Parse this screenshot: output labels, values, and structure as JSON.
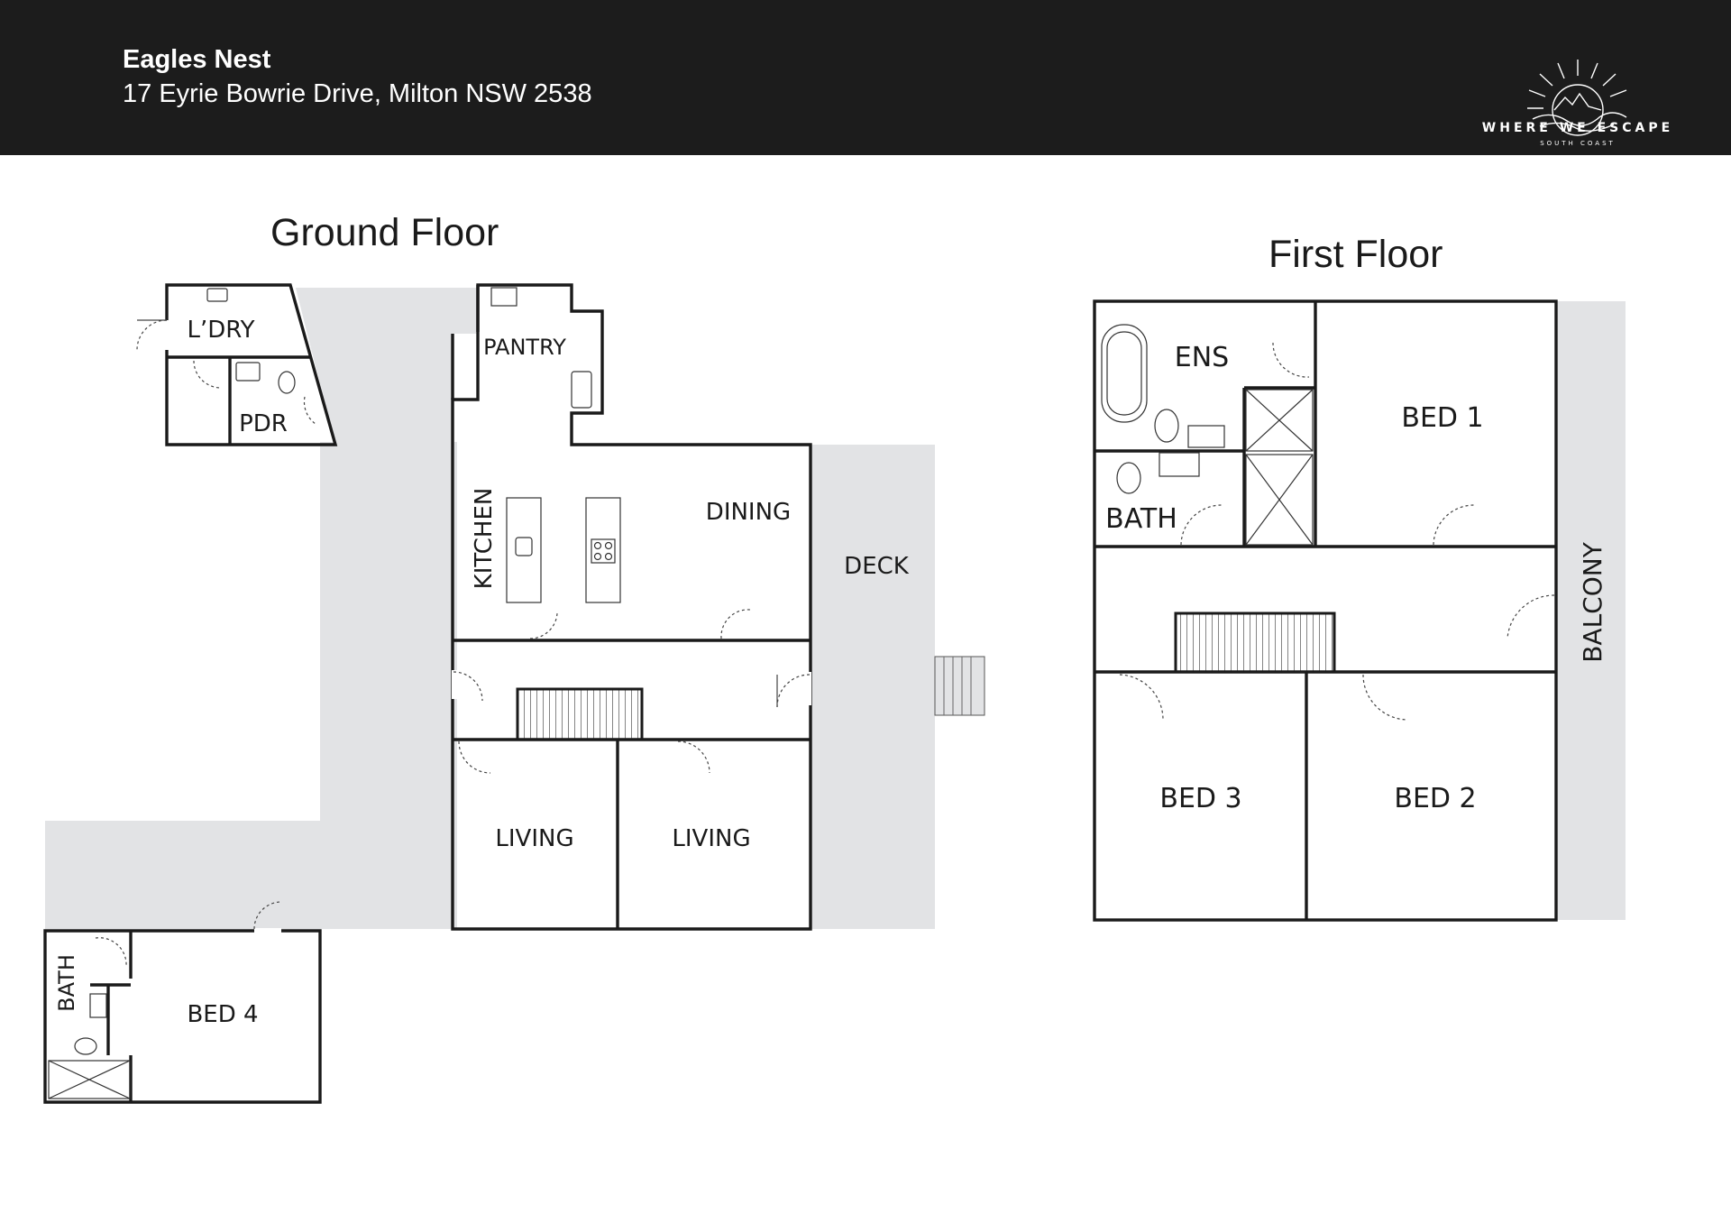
{
  "header": {
    "property_name": "Eagles Nest",
    "address": "17 Eyrie Bowrie Drive, Milton NSW 2538",
    "logo_text": "WHERE WE ESCAPE",
    "logo_subtext": "SOUTH COAST",
    "background_color": "#1c1c1c"
  },
  "ground_floor": {
    "title": "Ground Floor",
    "rooms": {
      "laundry": "L’DRY",
      "powder": "PDR",
      "pantry": "PANTRY",
      "kitchen": "KITCHEN",
      "dining": "DINING",
      "deck": "DECK",
      "living_1": "LIVING",
      "living_2": "LIVING",
      "bath": "BATH",
      "bed_4": "BED 4"
    }
  },
  "first_floor": {
    "title": "First Floor",
    "rooms": {
      "ensuite": "ENS",
      "bed_1": "BED 1",
      "bath": "BATH",
      "balcony": "BALCONY",
      "bed_3": "BED 3",
      "bed_2": "BED 2"
    }
  },
  "colors": {
    "outdoor_fill": "#e2e3e5",
    "wall": "#1a1a1a"
  }
}
